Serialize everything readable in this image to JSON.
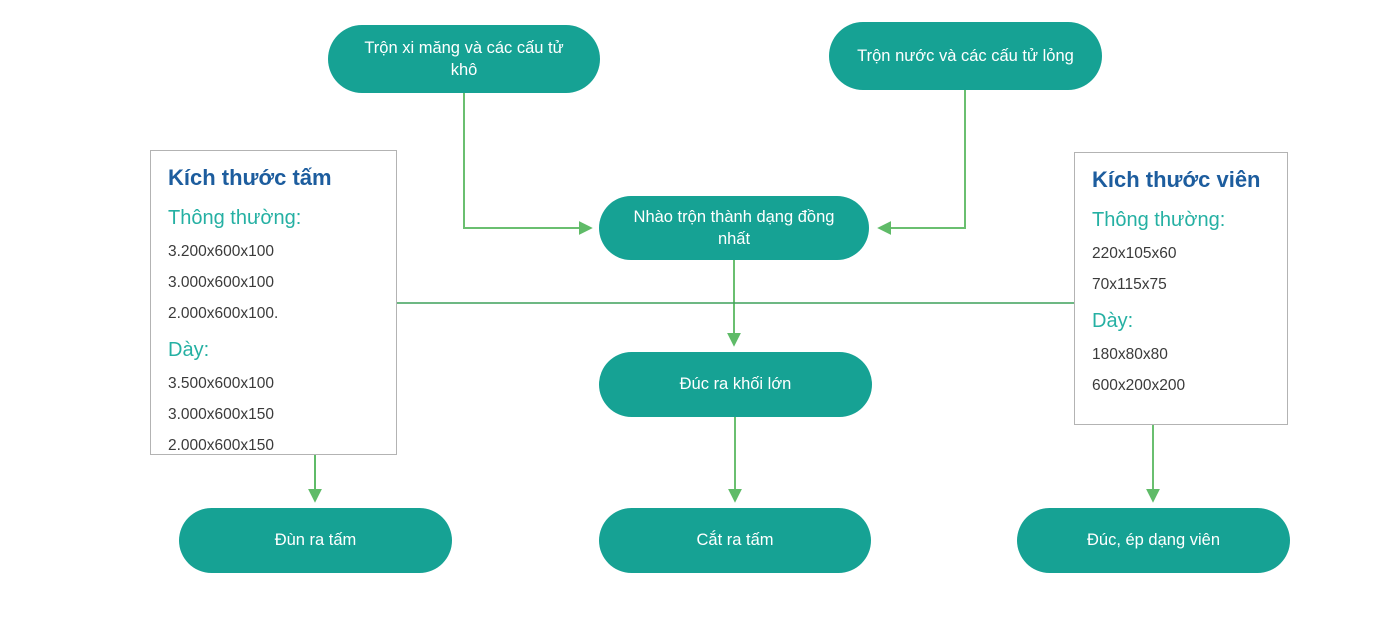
{
  "colors": {
    "node_fill": "#16a294",
    "node_text": "#ffffff",
    "panel_border": "#b3b3b3",
    "title_blue": "#1d5d9e",
    "subhead_teal": "#25b0a3",
    "arrow_green": "#5fbb68",
    "line_green": "#3da05a"
  },
  "nodes": {
    "mix_dry": {
      "label": "Trộn xi măng và các cấu tử khô"
    },
    "mix_wet": {
      "label": "Trộn nước và các cấu tử lỏng"
    },
    "knead": {
      "label": "Nhào trộn thành dạng đồng nhất"
    },
    "cast_block": {
      "label": "Đúc ra khối lớn"
    },
    "extrude_sheet": {
      "label": "Đùn ra tấm"
    },
    "cut_sheet": {
      "label": "Cắt ra tấm"
    },
    "press_brick": {
      "label": "Đúc, ép dạng viên"
    }
  },
  "panels": {
    "sheet": {
      "title": "Kích thước tấm",
      "normal_label": "Thông thường:",
      "normal_items": [
        "3.200x600x100",
        "3.000x600x100",
        "2.000x600x100."
      ],
      "thick_label": "Dày:",
      "thick_items": [
        "3.500x600x100",
        "3.000x600x150",
        "2.000x600x150"
      ]
    },
    "brick": {
      "title": "Kích thước viên",
      "normal_label": "Thông thường:",
      "normal_items": [
        "220x105x60",
        "70x115x75"
      ],
      "thick_label": "Dày:",
      "thick_items": [
        "180x80x80",
        "600x200x200"
      ]
    }
  }
}
